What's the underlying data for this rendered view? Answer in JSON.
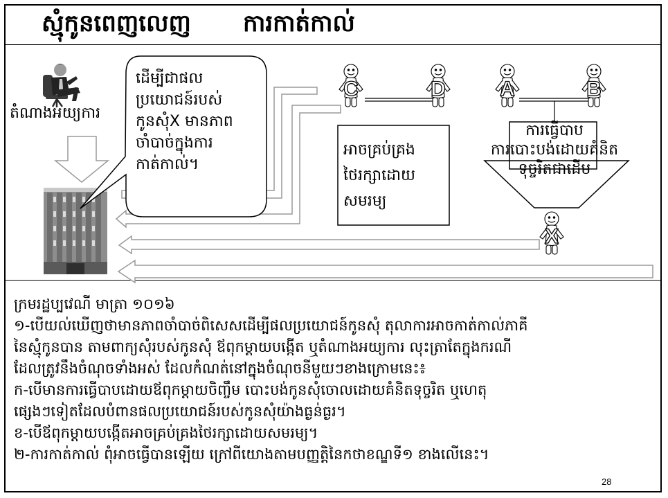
{
  "header": {
    "title_left": "ស្មុំកូនពេញលេញ",
    "title_right": "ការកាត់កាល់"
  },
  "diagram": {
    "representative_label": "តំណាងអយ្យការ",
    "bubble_lines": [
      "ដើម្បីជាផល",
      "ប្រយោជន៍របស់",
      "កូនសុំX មានភាព",
      "ចាំបាច់ក្នុងការ",
      "កាត់កាល់។"
    ],
    "figures": [
      "C",
      "D",
      "A",
      "B",
      "X"
    ],
    "cd_box_lines": [
      "អាចគ្រប់គ្រង",
      "ថៃរក្សាដោយ",
      "សមរម្យ"
    ],
    "ab_box_lines": [
      "ការធ្វើបាប",
      "ការបោះបង់ដោយគំនិត",
      "ទុច្ចរិតជាដើម"
    ]
  },
  "article": {
    "lines": [
      "ក្រមរដ្ឋប្បវេណី មាត្រា ១០១៦",
      "១-បើយល់ឃើញថាមានភាពចាំបាច់ពិសេសដើម្បីផលប្រយោជន៍កូនសុំ  តុលាការអាចកាត់កាល់ភាគី",
      "នៃស្មុំកូនបាន តាមពាក្យសុំរបស់កូនសុំ ឪពុកម្ដាយបង្កើត ឬតំណាងអយ្យការ លុះត្រាតែក្នុងករណី",
      "ដែលត្រូវនឹងចំណុចទាំងអស់ ដែលកំណត់នៅក្នុងចំណុចនីមួយៗខាងក្រោមនេះ៖",
      " ក-បើមានការធ្វើបាបដោយឪពុកម្ដាយចិញ្ចឹម      បោះបង់កូនសុំចោលដោយគំនិតទុច្ចរិត       ឬហេតុ",
      "ផ្សេងៗទៀតដែលបំពានផលប្រយោជន៍របស់កូនសុំយ៉ាងធ្ងន់ធ្ងរ។",
      "  ខ-បើឪពុកម្ដាយបង្កើតអាចគ្រប់គ្រងថៃរក្សាដោយសមរម្យ។",
      "២-ការកាត់កាល់ ពុំអាចធ្វើបានឡើយ ក្រៅពីយោងតាមបញ្ញត្តិនៃកថាខណ្ឌទី១ ខាងលើនេះ។"
    ]
  },
  "page_number": "28"
}
